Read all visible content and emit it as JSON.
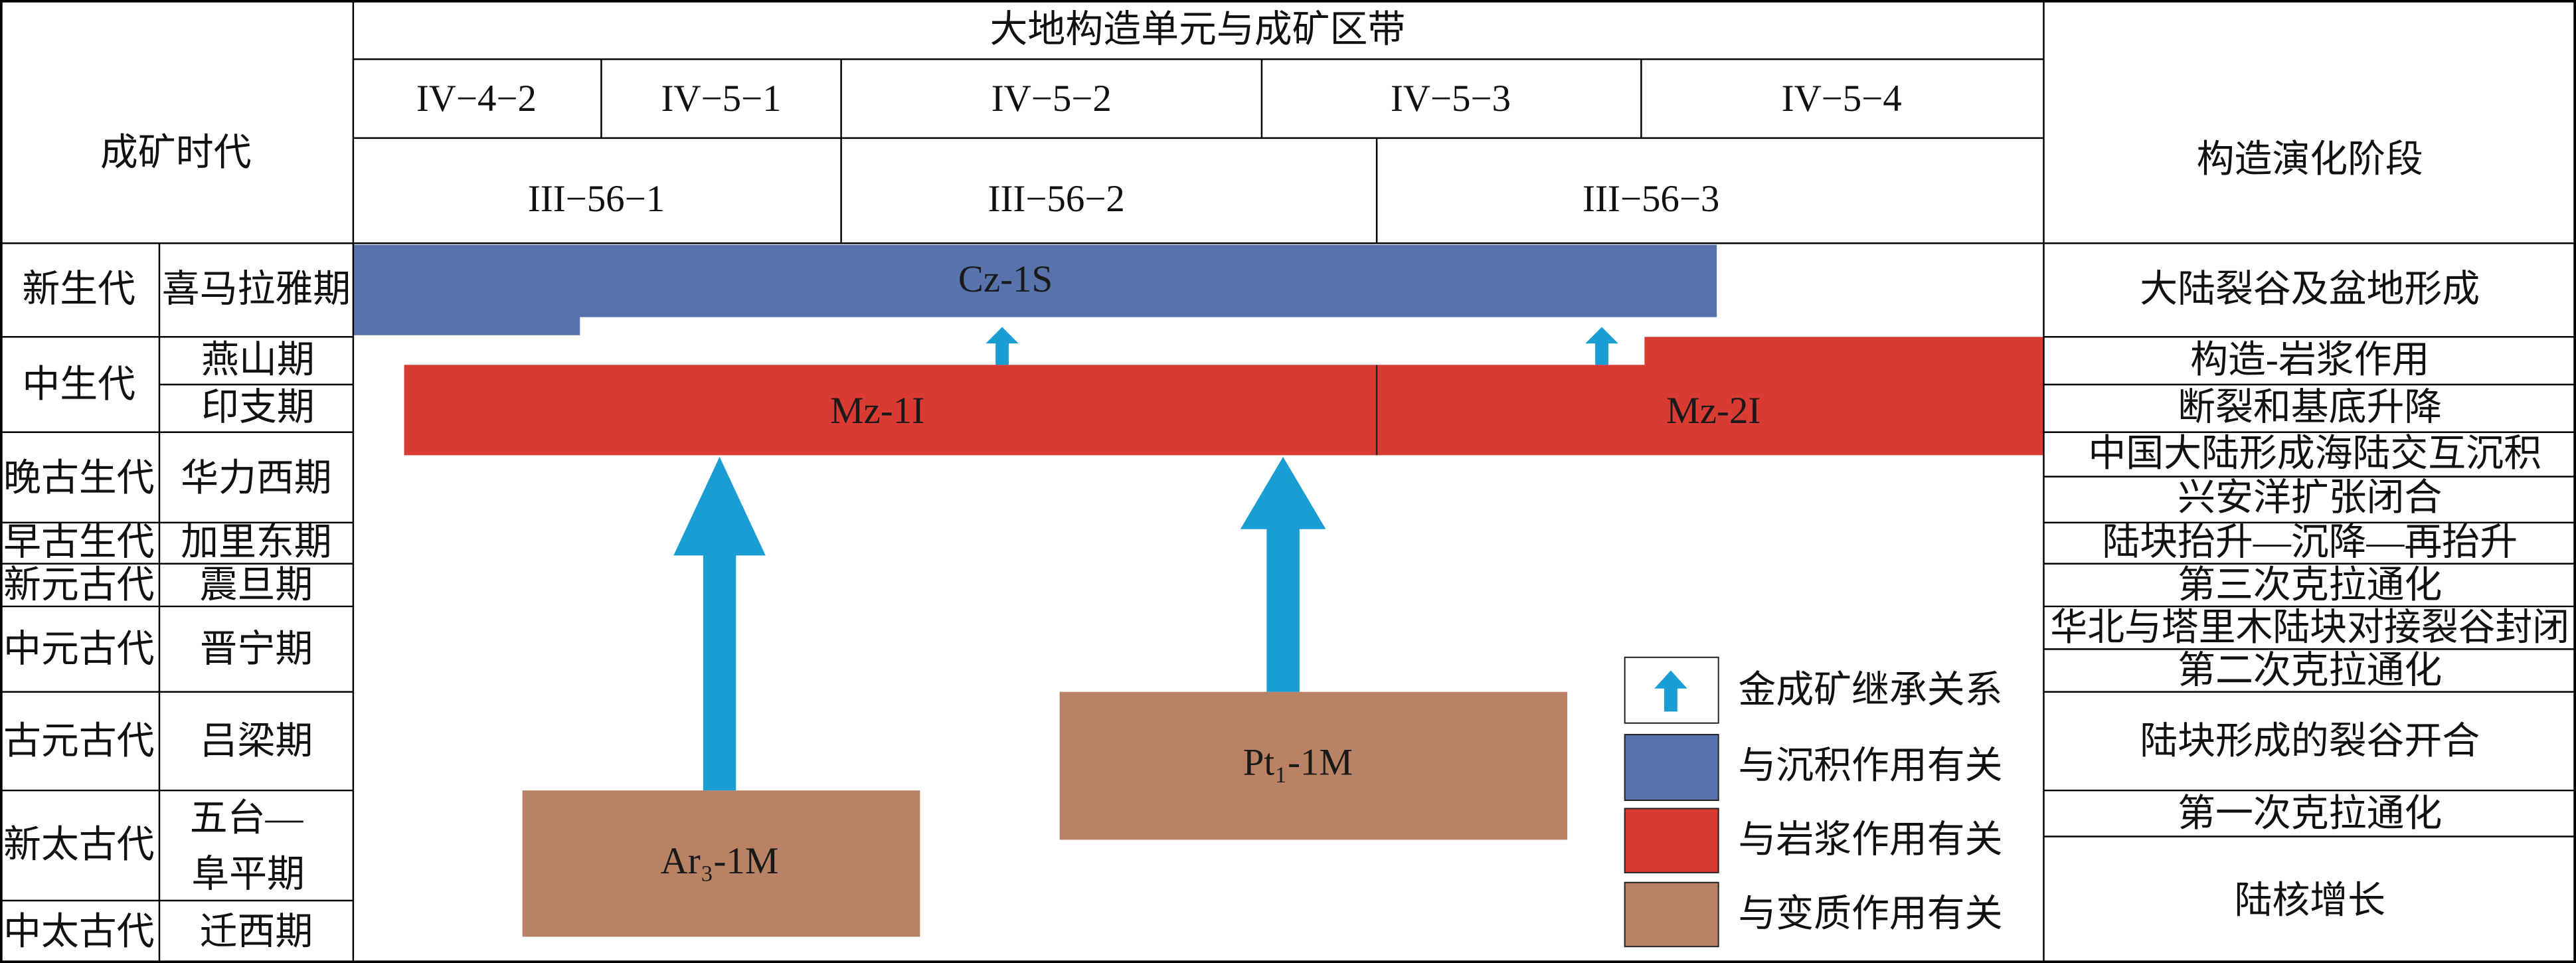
{
  "header": {
    "title": "大地构造单元与成矿区带",
    "time_label": "成矿时代",
    "stage_label": "构造演化阶段"
  },
  "units_level4": [
    "IV−4−2",
    "IV−5−1",
    "IV−5−2",
    "IV−5−3",
    "IV−5−4"
  ],
  "units_level3": [
    "III−56−1",
    "III−56−2",
    "III−56−3"
  ],
  "time_scale": [
    {
      "era": "新生代",
      "periods": [
        [
          "喜马拉雅期"
        ]
      ]
    },
    {
      "era": "中生代",
      "periods": [
        [
          "燕山期"
        ],
        [
          "印支期"
        ]
      ]
    },
    {
      "era": "晚古生代",
      "periods": [
        [
          "华力西期"
        ]
      ]
    },
    {
      "era": "早古生代",
      "periods": [
        [
          "加里东期"
        ]
      ]
    },
    {
      "era": "新元古代",
      "periods": [
        [
          "震旦期"
        ]
      ]
    },
    {
      "era": "中元古代",
      "periods": [
        [
          "晋宁期"
        ]
      ]
    },
    {
      "era": "古元古代",
      "periods": [
        [
          "吕梁期"
        ]
      ]
    },
    {
      "era": "新太古代",
      "periods": [
        [
          "五台—",
          "阜平期"
        ]
      ]
    },
    {
      "era": "中太古代",
      "periods": [
        [
          "迁西期"
        ]
      ]
    }
  ],
  "tectonic_stages": [
    "大陆裂谷及盆地形成",
    "构造-岩浆作用",
    "断裂和基底升降",
    "中国大陆形成海陆交互沉积",
    "兴安洋扩张闭合",
    "陆块抬升—沉降—再抬升",
    "第三次克拉通化",
    "华北与塔里木陆块对接裂谷封闭",
    "第二次克拉通化",
    "陆块形成的裂谷开合",
    "第一次克拉通化",
    "陆核增长"
  ],
  "ore_units": {
    "sedimentary": [
      {
        "label": "Cz-1S"
      }
    ],
    "magmatic": [
      {
        "label": "Mz-1I"
      },
      {
        "label": "Mz-2I"
      }
    ],
    "metamorphic": [
      {
        "label": "Ar₃-1M"
      },
      {
        "label": "Pt₁-1M"
      }
    ]
  },
  "legend": [
    {
      "label": "金成矿继承关系",
      "icon": "up-arrow-icon"
    },
    {
      "label": "与沉积作用有关"
    },
    {
      "label": "与岩浆作用有关"
    },
    {
      "label": "与变质作用有关"
    }
  ],
  "colors": {
    "sedimentary": "#5873ab",
    "magmatic": "#d93a32",
    "metamorphic": "#b98264",
    "inheritance_arrow": "#1a9dd3",
    "grid": "#000000",
    "background": "#ffffff"
  }
}
